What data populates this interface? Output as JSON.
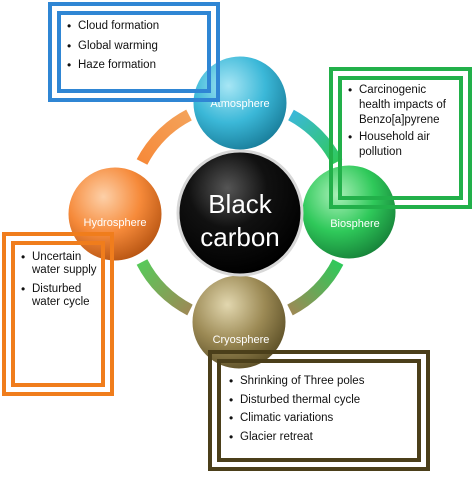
{
  "diagram": {
    "center": {
      "line1": "Black",
      "line2": "carbon"
    },
    "nodes": {
      "atmosphere": "Atmosphere",
      "biosphere": "Biosphere",
      "cryosphere": "Cryosphere",
      "hydrosphere": "Hydrosphere"
    },
    "boxes": {
      "atmosphere": [
        "Cloud formation",
        "Global warming",
        "Haze formation"
      ],
      "biosphere": [
        "Carcinogenic health impacts of Benzo[a]pyrene",
        "Household air pollution"
      ],
      "hydrosphere": [
        "Uncertain water supply",
        "Disturbed water cycle"
      ],
      "cryosphere": [
        "Shrinking of Three poles",
        "Disturbed thermal cycle",
        "Climatic variations",
        "Glacier retreat"
      ]
    },
    "colors": {
      "atmosphere": "#3bb8d8",
      "biosphere": "#2fc95a",
      "cryosphere": "#9c8a55",
      "hydrosphere": "#f68a3a",
      "center": "#000000",
      "box_atmosphere": "#2f86d4",
      "box_biosphere": "#22b04a",
      "box_hydrosphere": "#f07d1c",
      "box_cryosphere": "#4b3f1a"
    }
  }
}
